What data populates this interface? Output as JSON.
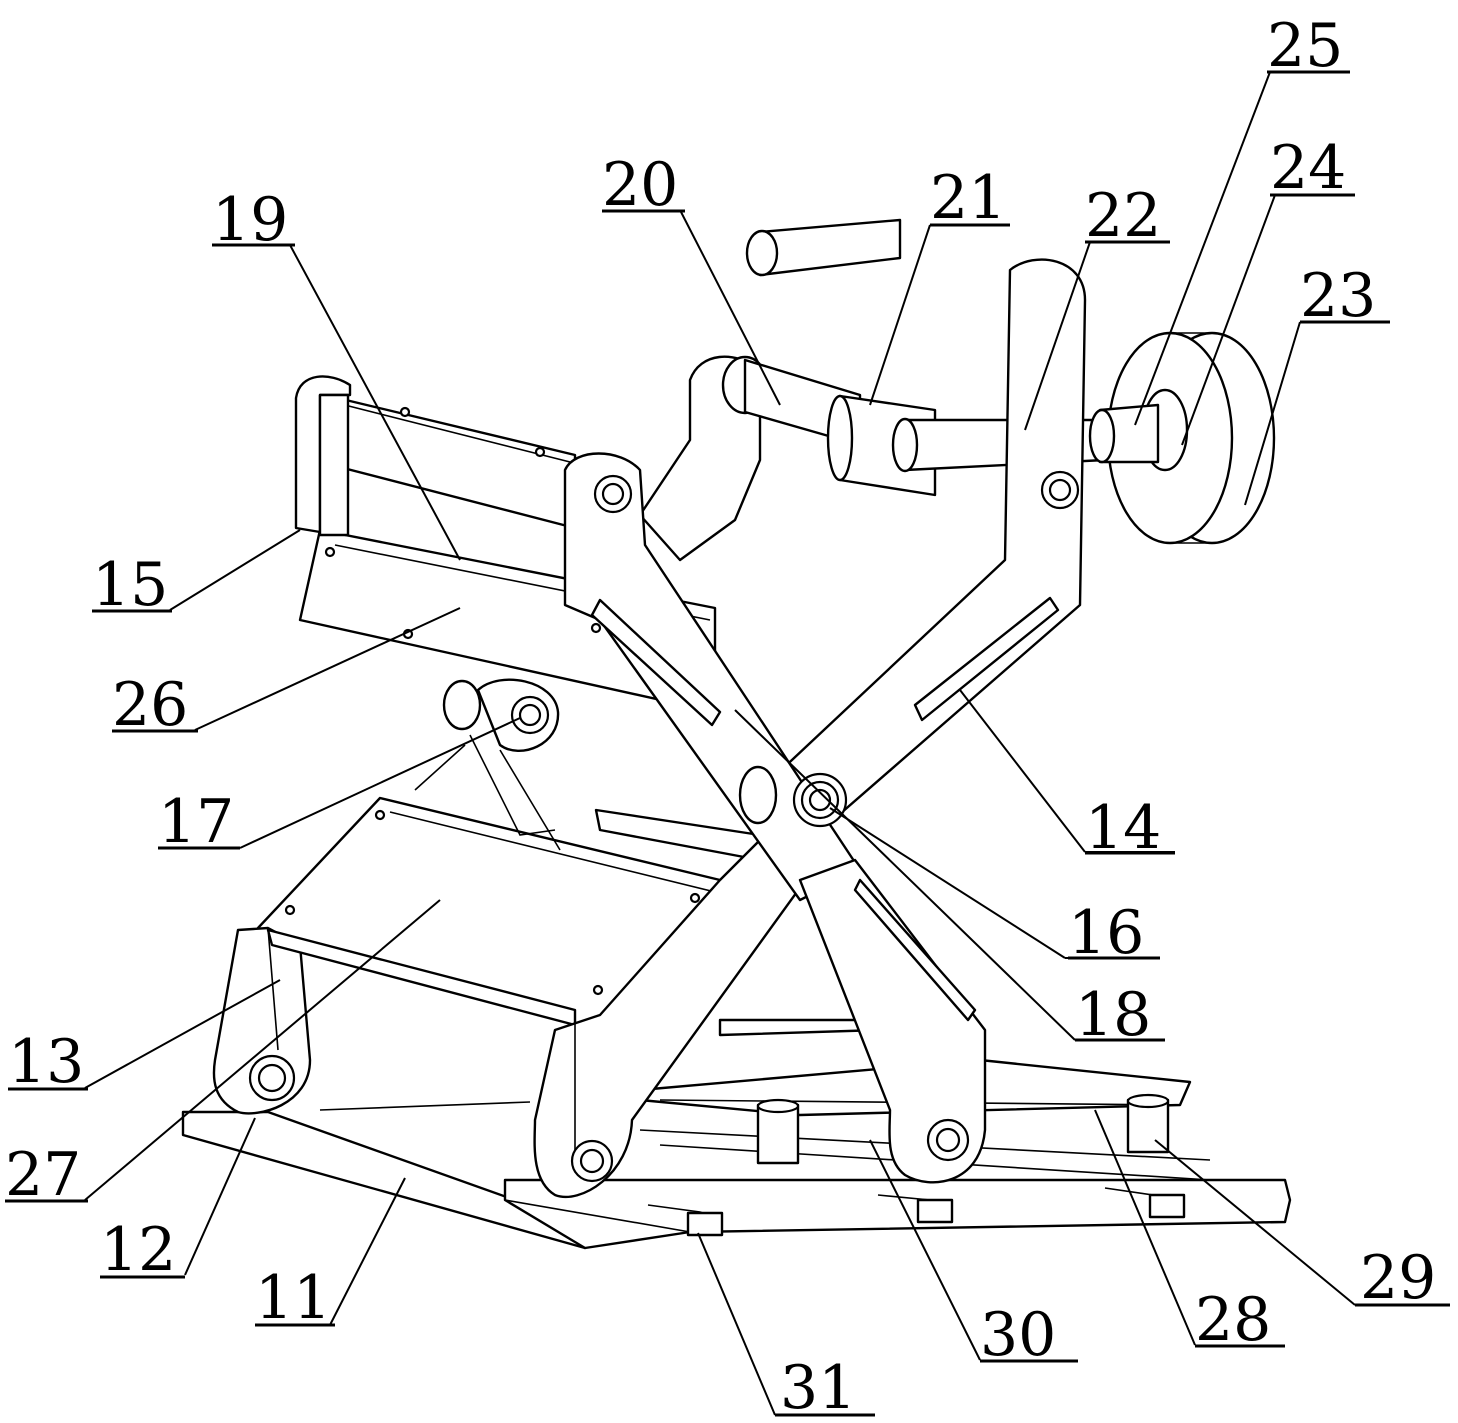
{
  "labels": {
    "n11": "11",
    "n12": "12",
    "n13": "13",
    "n14": "14",
    "n15": "15",
    "n16": "16",
    "n17": "17",
    "n18": "18",
    "n19": "19",
    "n20": "20",
    "n21": "21",
    "n22": "22",
    "n23": "23",
    "n24": "24",
    "n25": "25",
    "n26": "26",
    "n27": "27",
    "n28": "28",
    "n29": "29",
    "n30": "30",
    "n31": "31"
  },
  "colors": {
    "line": "#000000",
    "background": "#ffffff"
  }
}
